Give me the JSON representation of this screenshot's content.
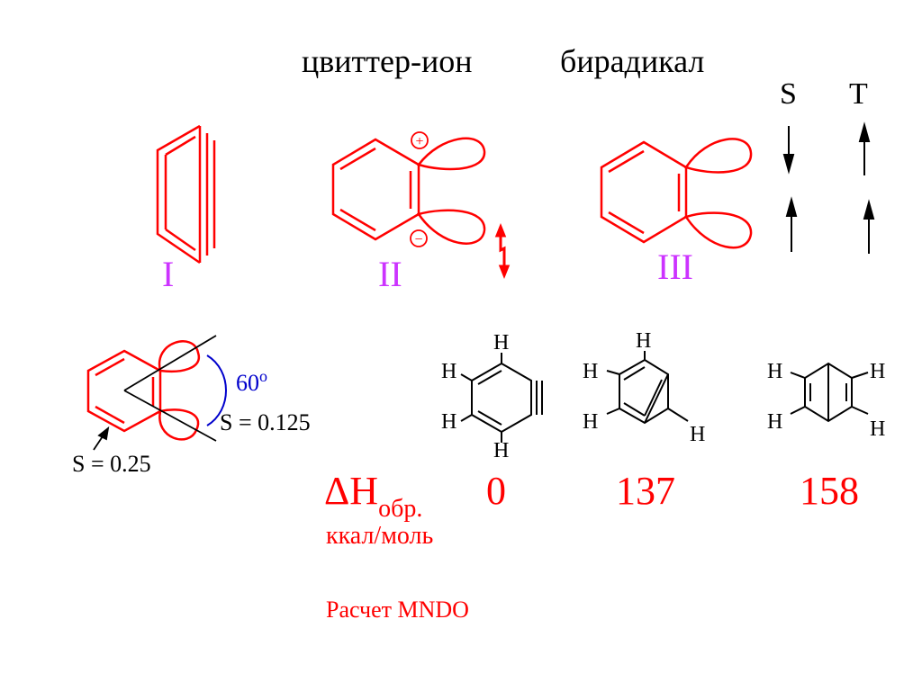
{
  "headers": {
    "zwitterion": "цвиттер-ион",
    "biradical": "бирадикал",
    "singlet": "S",
    "triplet": "T"
  },
  "labels": {
    "structure_1": "I",
    "structure_2": "II",
    "structure_3": "III",
    "plus_sign": "+",
    "minus_sign": "−"
  },
  "geometry_labels": {
    "angle_value": "60",
    "angle_degree": "o",
    "overlap_far": "S = 0.125",
    "overlap_near": "S = 0.25"
  },
  "atoms": {
    "h": "H"
  },
  "enthalpy": {
    "delta_h": "ΔH",
    "subscript": "обр.",
    "units": "ккал/моль",
    "values": [
      "0",
      "137",
      "158"
    ],
    "method_note": "Расчет MNDO"
  },
  "colors": {
    "orbital_red": "#ff0000",
    "label_magenta": "#cc33ff",
    "angle_blue": "#0000cc",
    "bond_black": "#000000"
  }
}
